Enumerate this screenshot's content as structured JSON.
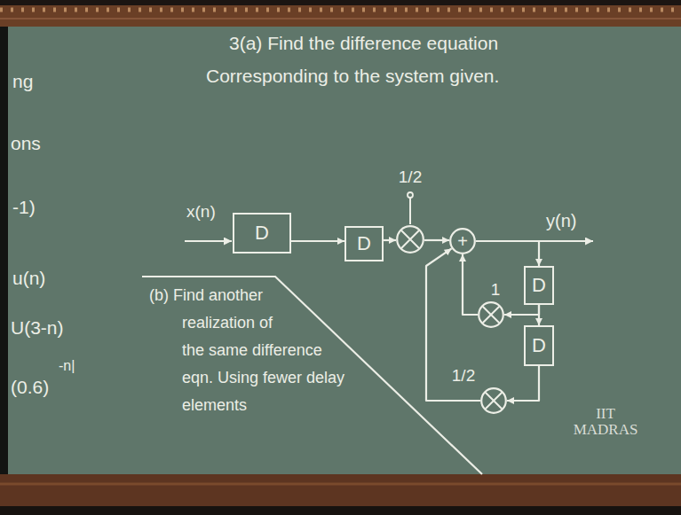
{
  "diagram": {
    "title": "3(a) Find the difference equation Corresponding to the system given.",
    "nodes": [
      {
        "text": [
          "D"
        ]
      },
      {
        "text": [
          "D"
        ]
      },
      {
        "text": [
          "1/2"
        ]
      },
      {
        "text": [
          "+"
        ]
      },
      {
        "text": [
          "D"
        ]
      },
      {
        "text": [
          "D"
        ]
      },
      {
        "text": [
          "1"
        ]
      },
      {
        "text": [
          "1/2"
        ]
      }
    ],
    "edges": [
      {
        "from": 0,
        "to": 1,
        "arrow": "to"
      },
      {
        "from": 1,
        "to": 2,
        "arrow": "to"
      },
      {
        "from": 2,
        "to": 3,
        "arrow": "to"
      },
      {
        "from": 3,
        "to": 4,
        "arrow": "to"
      },
      {
        "from": 4,
        "to": 5,
        "arrow": "to"
      },
      {
        "from": 4,
        "to": 6,
        "arrow": "to"
      },
      {
        "from": 5,
        "to": 7,
        "arrow": "to"
      },
      {
        "from": 6,
        "to": 3,
        "arrow": "to"
      },
      {
        "from": 7,
        "to": 3,
        "arrow": "to"
      }
    ],
    "labels": [
      "ng",
      "ons",
      "-1)",
      "u(n)",
      "U(3-n)",
      "(0.6)",
      "-n|",
      "x(n)",
      "y(n)",
      "(b) Find another realization of the same difference eqn. Using fewer delay elements",
      "IIT MADRAS"
    ]
  }
}
